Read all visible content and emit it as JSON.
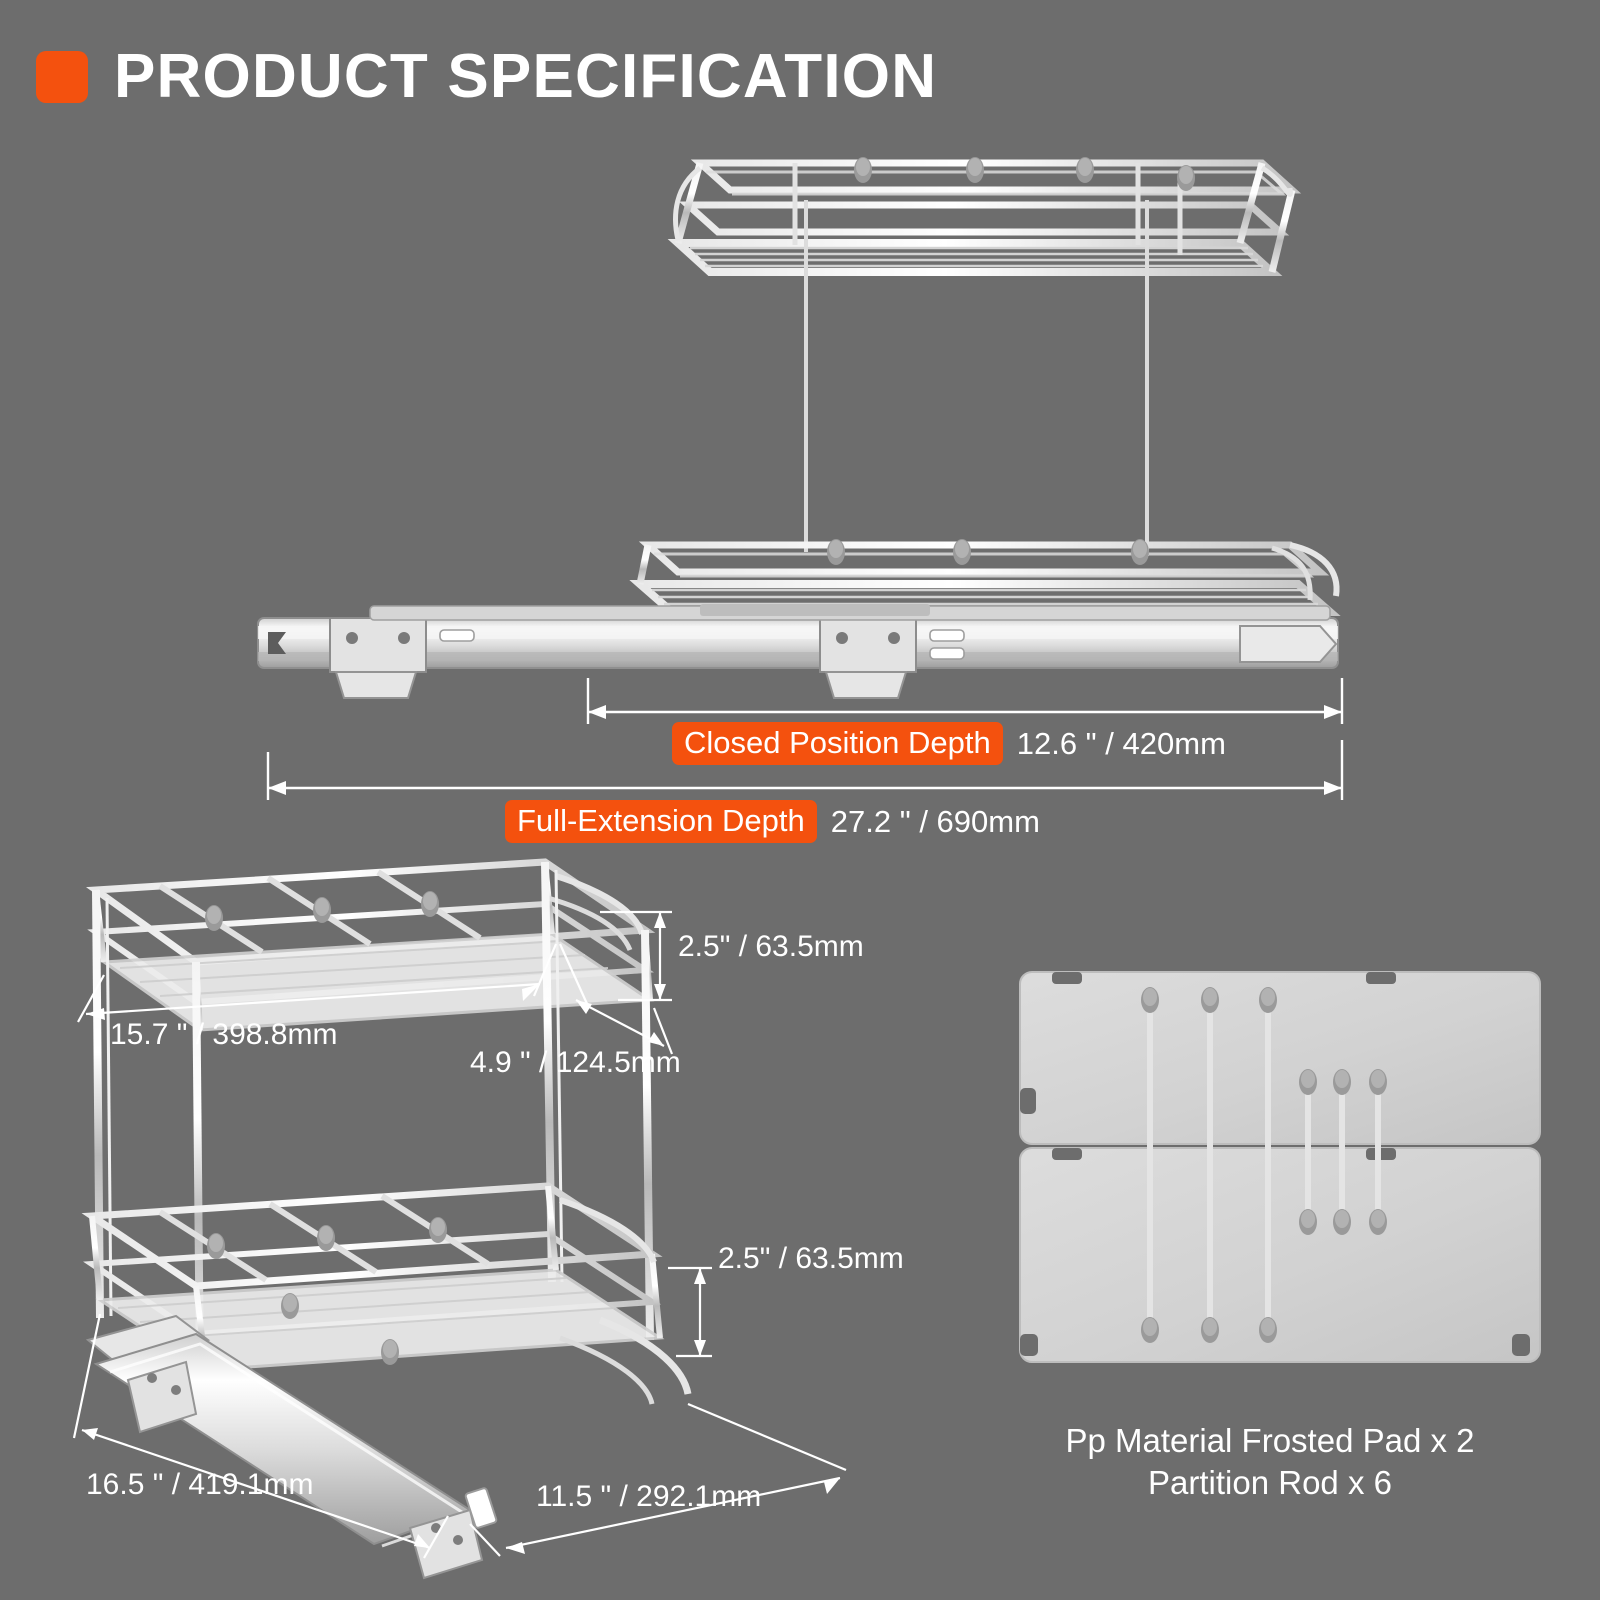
{
  "header": {
    "title": "PRODUCT SPECIFICATION",
    "accent_color": "#f4510e",
    "mark_icon": "orange-rounded-square"
  },
  "background_color": "#6d6d6d",
  "product": {
    "name": "Two-tier chrome pull-out cabinet organizer basket",
    "finish": "chrome"
  },
  "specs": {
    "closed_depth": {
      "label": "Closed Position Depth",
      "value": "12.6 \" / 420mm"
    },
    "full_extension_depth": {
      "label": "Full-Extension Depth",
      "value": "27.2 \" / 690mm"
    },
    "upper_basket_height": {
      "value": "2.5\" / 63.5mm"
    },
    "upper_basket_width": {
      "value": "15.7 \" / 398.8mm"
    },
    "upper_basket_depth": {
      "value": "4.9 \" / 124.5mm"
    },
    "lower_basket_height": {
      "value": "2.5\" / 63.5mm"
    },
    "lower_basket_width": {
      "value": "16.5 \" / 419.1mm"
    },
    "lower_basket_depth": {
      "value": "11.5 \" / 292.1mm"
    }
  },
  "accessories": {
    "line1": "Pp Material Frosted Pad x 2",
    "line2": "Partition Rod x 6"
  }
}
